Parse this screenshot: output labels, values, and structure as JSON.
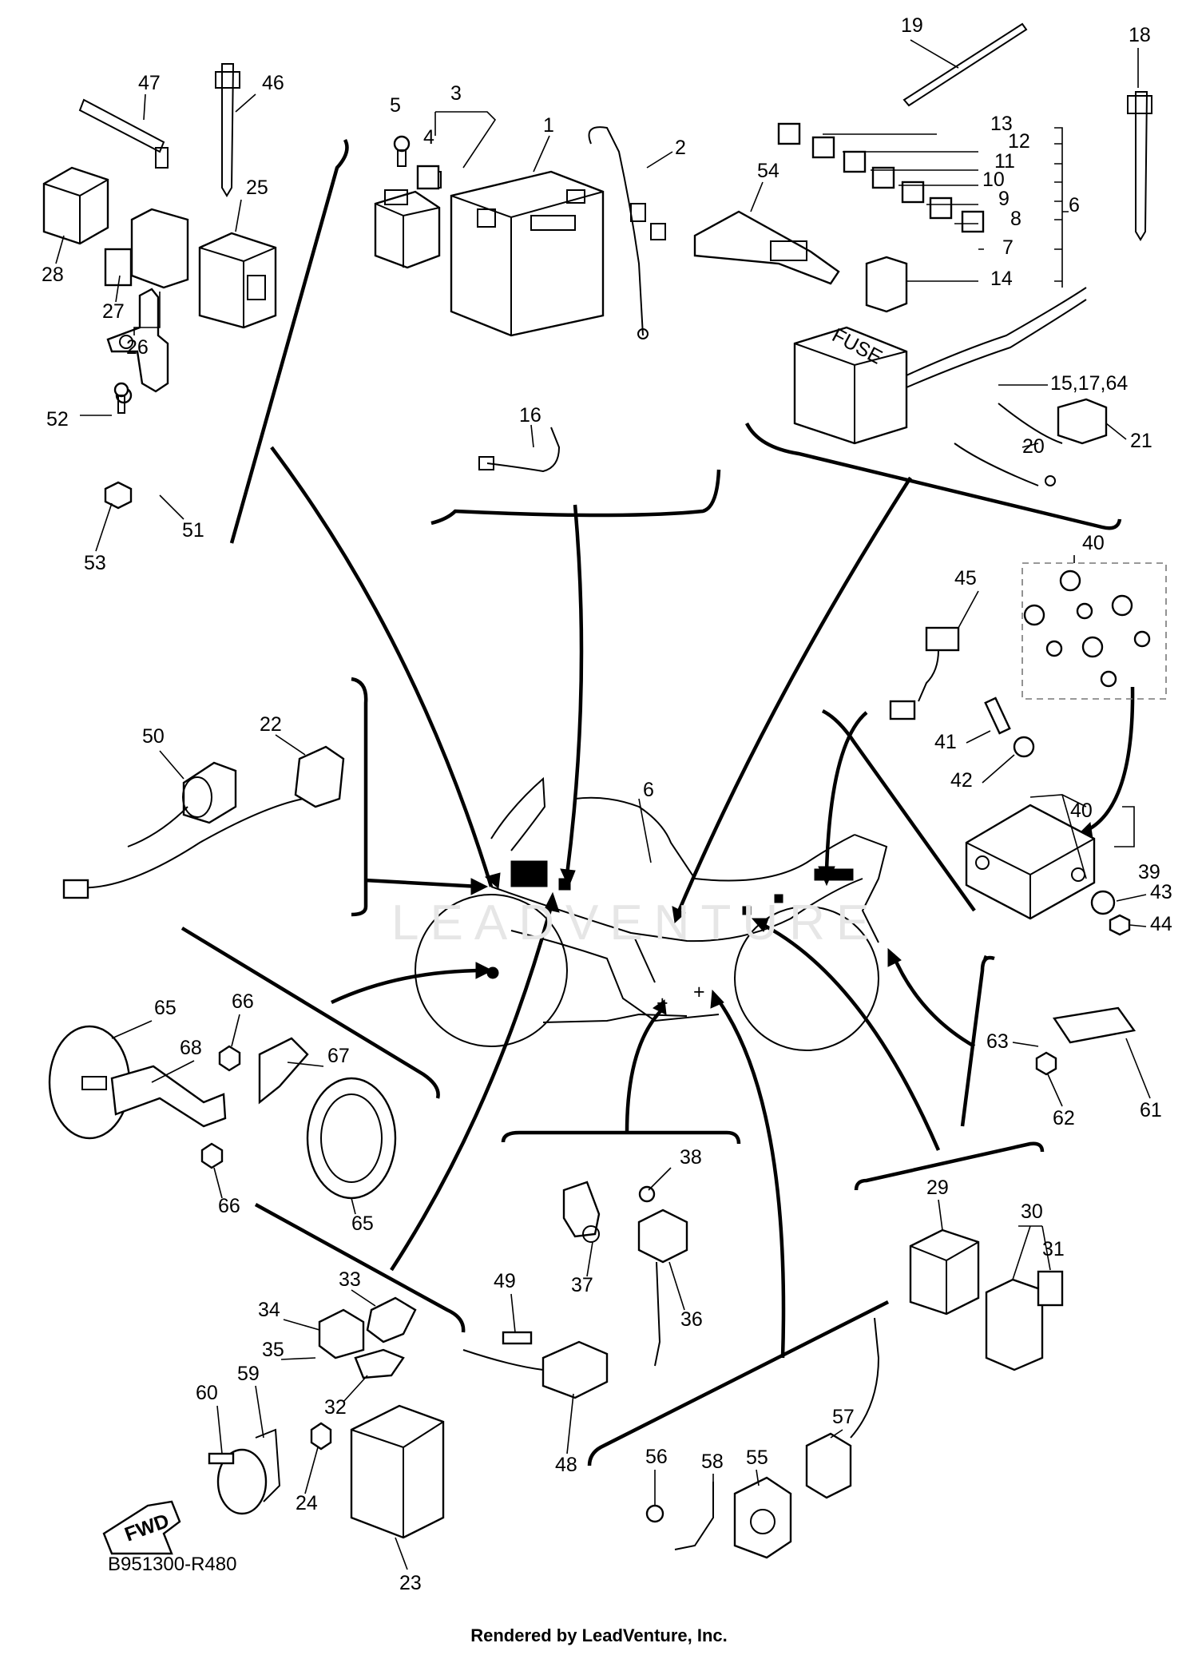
{
  "diagram": {
    "callouts": [
      "1",
      "2",
      "3",
      "4",
      "5",
      "6",
      "7",
      "8",
      "9",
      "10",
      "11",
      "12",
      "13",
      "14",
      "15,17,64",
      "16",
      "18",
      "19",
      "20",
      "21",
      "22",
      "23",
      "24",
      "25",
      "26",
      "27",
      "28",
      "29",
      "30",
      "31",
      "32",
      "33",
      "34",
      "35",
      "36",
      "37",
      "38",
      "39",
      "40",
      "41",
      "42",
      "43",
      "44",
      "45",
      "46",
      "47",
      "48",
      "49",
      "50",
      "51",
      "52",
      "53",
      "54",
      "55",
      "56",
      "57",
      "58",
      "59",
      "60",
      "61",
      "62",
      "63",
      "65",
      "66",
      "67",
      "68"
    ],
    "center_label": "6",
    "fuse_label": "FUSE",
    "fwd_label": "FWD",
    "catalog_code": "B951300-R480",
    "credit": "Rendered by LeadVenture, Inc.",
    "watermark": "LEADVENTURE"
  }
}
